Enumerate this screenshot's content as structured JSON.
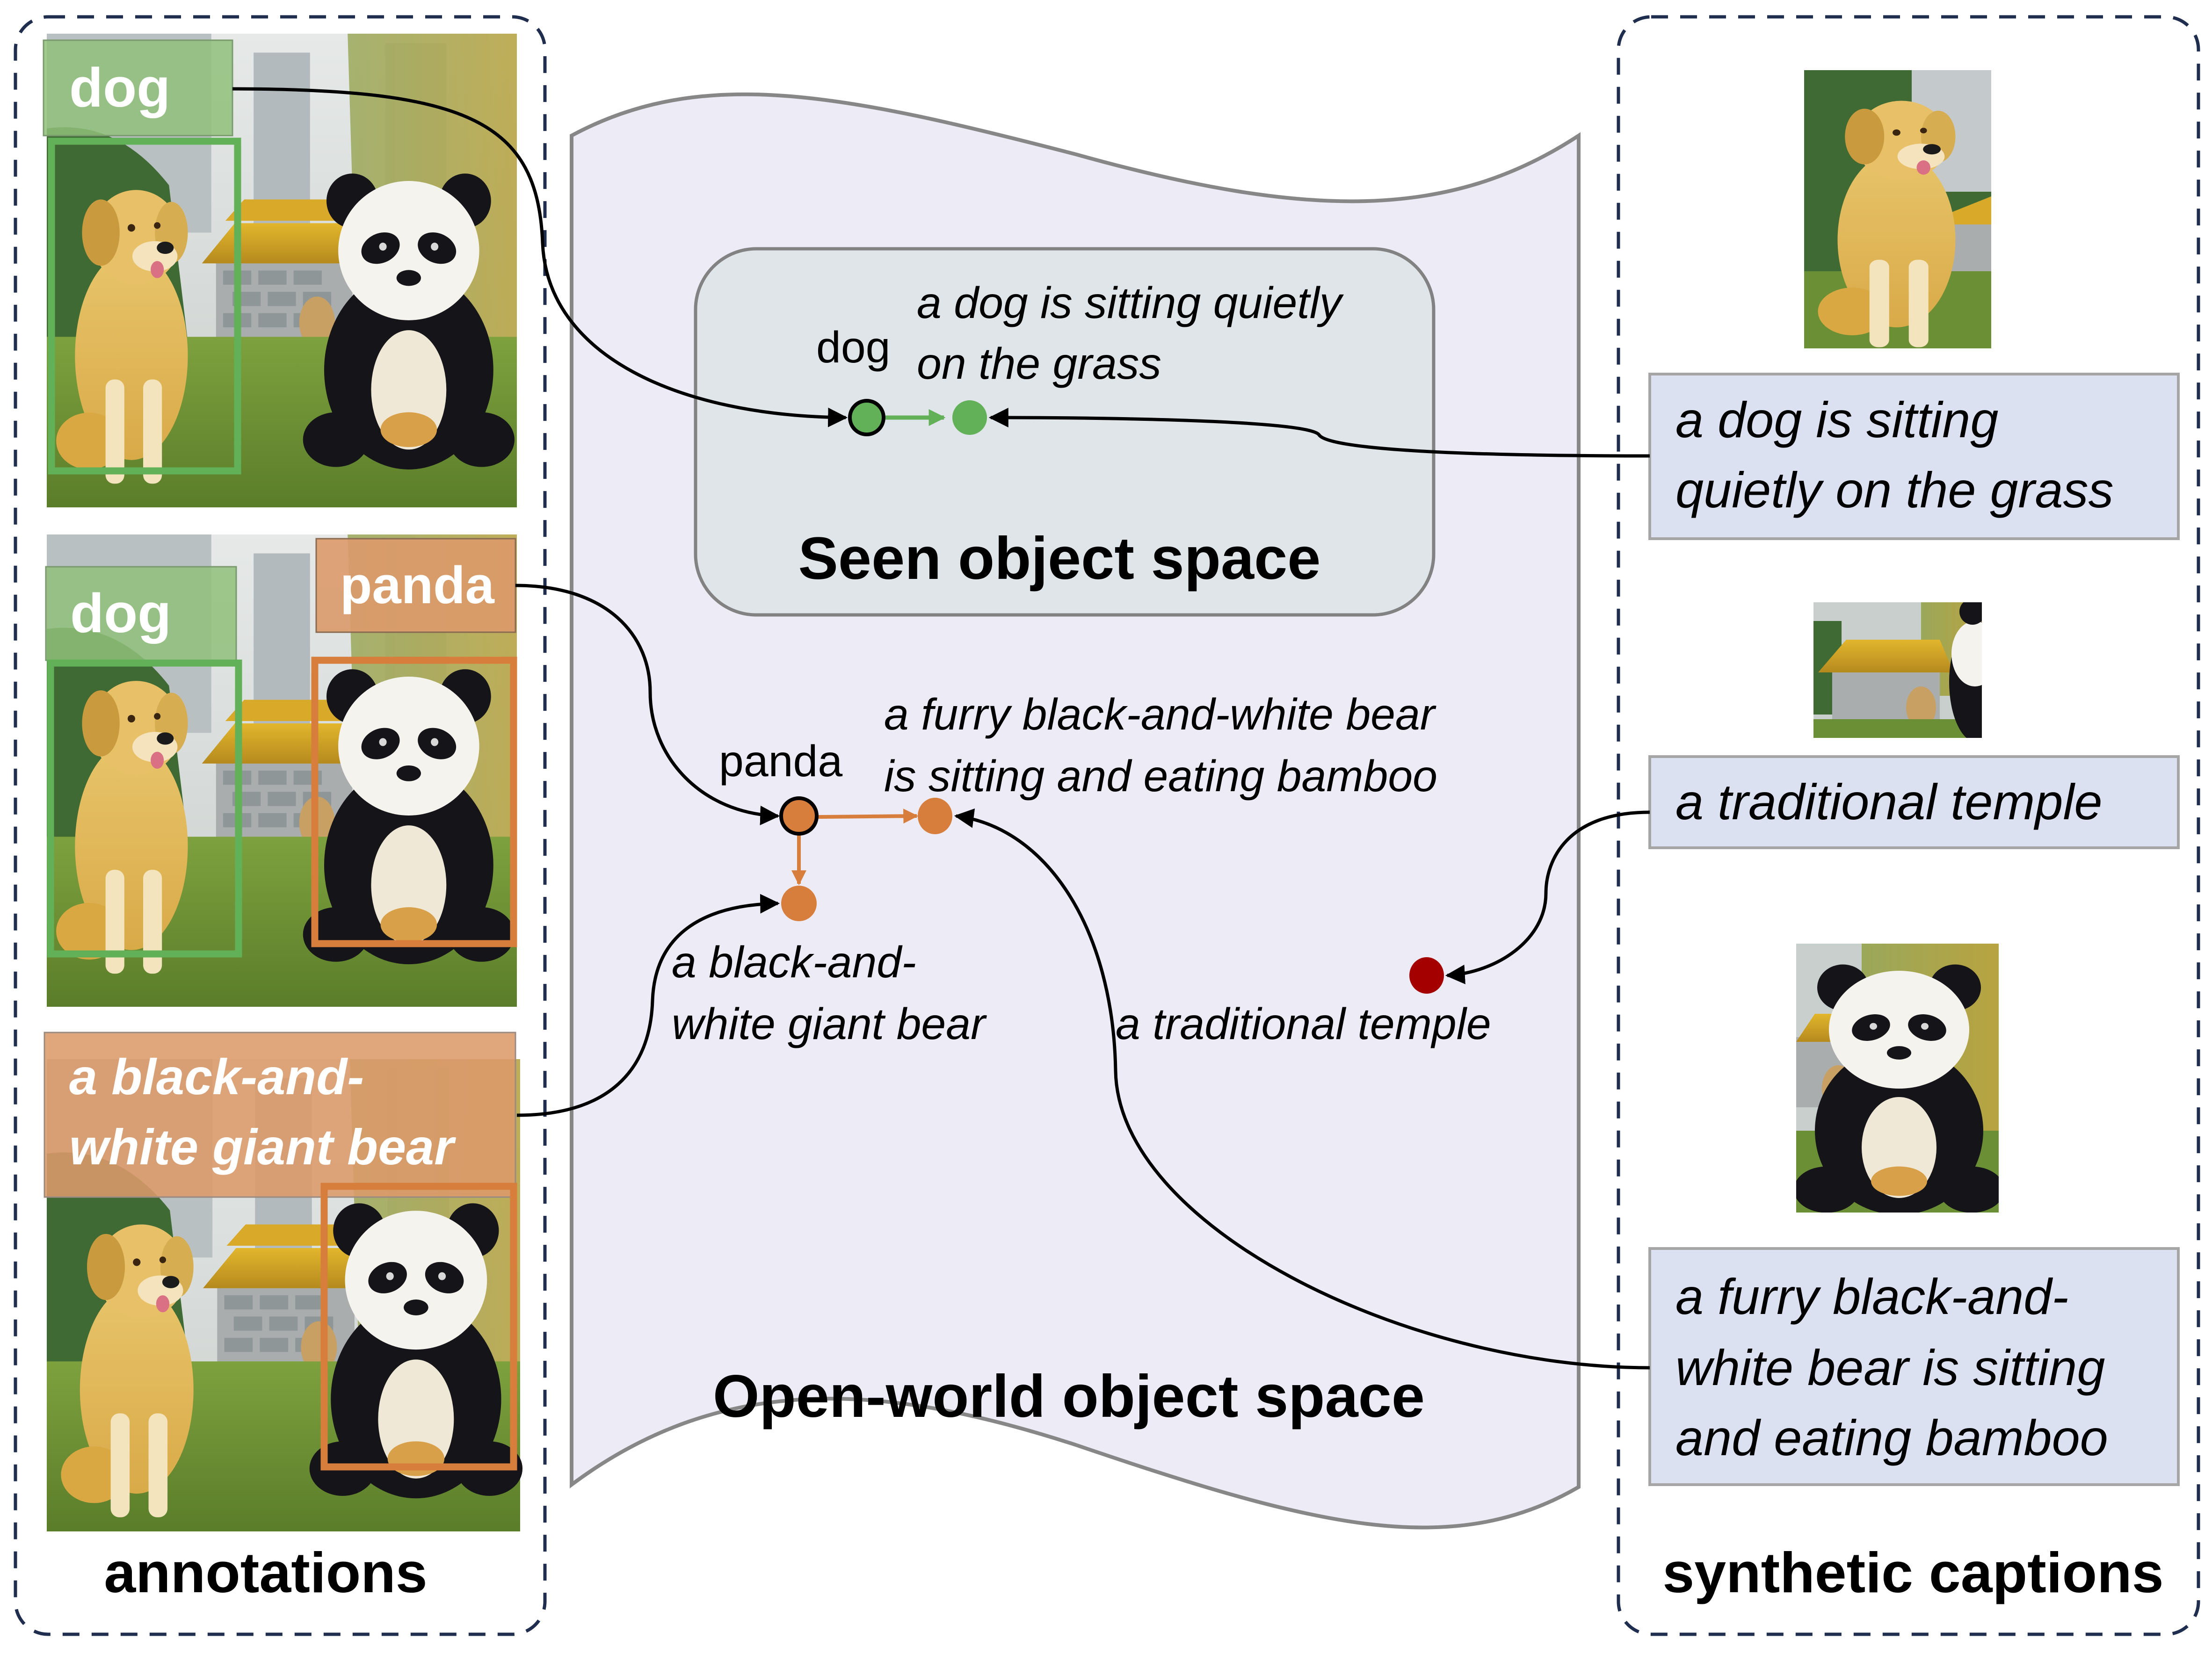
{
  "colors": {
    "green": "#62b058",
    "green_label": "#8fc07a",
    "orange": "#d77e3c",
    "orange_label": "#dc9a6a",
    "red": "#a50000",
    "panel_border": "#1f2d4e",
    "open_space_fill": "#ecebf6",
    "seen_space_fill": "#e0e5e9",
    "caption_box_fill": "#dce1f1",
    "caption_box_border": "#a6a6a6"
  },
  "annotations": {
    "title": "annotations",
    "panels": [
      {
        "labels": [
          {
            "text": "dog",
            "class": "dog",
            "color": "green"
          }
        ]
      },
      {
        "labels": [
          {
            "text": "dog",
            "class": "dog",
            "color": "green"
          },
          {
            "text": "panda",
            "class": "panda",
            "color": "orange"
          }
        ]
      },
      {
        "labels": [
          {
            "text_line1": "a black-and-",
            "text_line2": "white giant bear",
            "class": "panda",
            "color": "orange"
          }
        ]
      }
    ]
  },
  "open_world_space": {
    "title": "Open-world object space",
    "nodes": {
      "panda_label": "panda",
      "panda_caption_line1": "a furry black-and-white bear",
      "panda_caption_line2": "is sitting and eating bamboo",
      "giant_bear_line1": "a black-and-",
      "giant_bear_line2": "white giant bear",
      "temple_label": "a traditional temple"
    }
  },
  "seen_space": {
    "title": "Seen object space",
    "nodes": {
      "dog_label": "dog",
      "dog_caption_line1": "a dog is sitting quietly",
      "dog_caption_line2": "on the grass"
    }
  },
  "synthetic_captions": {
    "title": "synthetic captions",
    "items": [
      {
        "image": "dog",
        "lines": [
          "a dog is sitting",
          "quietly on the grass"
        ]
      },
      {
        "image": "temple",
        "lines": [
          "a traditional temple"
        ]
      },
      {
        "image": "panda",
        "lines": [
          "a furry black-and-",
          "white bear is sitting",
          "and eating bamboo"
        ]
      }
    ]
  }
}
